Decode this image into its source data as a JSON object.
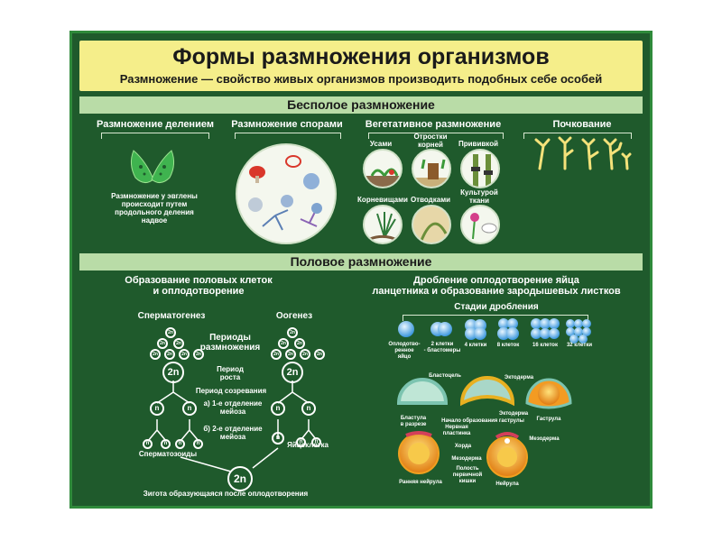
{
  "header": {
    "title": "Формы размножения организмов",
    "subtitle": "Размножение — свойство живых организмов производить подобных себе особей"
  },
  "asexual": {
    "band": "Бесполое размножение",
    "division": {
      "title": "Размножение делением",
      "caption": [
        "Размножение у эвглены",
        "происходит путем",
        "продольного деления",
        "надвое"
      ]
    },
    "spores": {
      "title": "Размножение спорами"
    },
    "vegetative": {
      "title": "Вегетативное размножение",
      "items": [
        {
          "label": [
            "Усами"
          ]
        },
        {
          "label": [
            "Отростки",
            "корней"
          ]
        },
        {
          "label": [
            "Прививкой"
          ]
        },
        {
          "label": [
            "Корневищами"
          ]
        },
        {
          "label": [
            "Отводками"
          ]
        },
        {
          "label": [
            "Культурой",
            "ткани"
          ]
        }
      ]
    },
    "budding": {
      "title": "Почкование"
    }
  },
  "sexual": {
    "band": "Половое размножение",
    "gametes": {
      "title": [
        "Образование половых клеток",
        "и оплодотворение"
      ],
      "spermatogenesis": "Сперматогенез",
      "oogenesis": "Оогенез",
      "period_multiplication": [
        "Периоды",
        "размножения"
      ],
      "period_growth": [
        "Период",
        "роста"
      ],
      "period_maturation": "Период созревания",
      "meiosis1": [
        "а) 1-е отделение",
        "мейоза"
      ],
      "meiosis2": [
        "б) 2-е отделение",
        "мейоза"
      ],
      "sperm": "Сперматозоиды",
      "egg": "Яйцеклетка",
      "zygote": "Зигота образующаяся после оплодотворения",
      "label_2n": "2n",
      "label_n": "n"
    },
    "cleavage": {
      "title": [
        "Дробление оплодотворение яйца",
        "ланцетника и образование зародышевых листков"
      ],
      "stages_title": "Стадии дробления",
      "stages": [
        {
          "label": [
            "Оплодотво-",
            "ренное",
            "яйцо"
          ]
        },
        {
          "label": [
            "2 клетки",
            "- бластомеры"
          ]
        },
        {
          "label": [
            "4 клетки"
          ]
        },
        {
          "label": [
            "8 клеток"
          ]
        },
        {
          "label": [
            "16 клеток"
          ]
        },
        {
          "label": [
            "32 клетки"
          ]
        }
      ],
      "labels": {
        "blastocoel": "Бластоцель",
        "ectoderm": "Эктодерма",
        "ectoderm2": "Эктодерма",
        "blastula": [
          "Бластула",
          "в разрезе"
        ],
        "gastrula_start": "Начало образования гаструлы",
        "gastrula": "Гаструла",
        "neural_plate": [
          "Нервная",
          "пластинка"
        ],
        "chord": "Хорда",
        "mesoderm": "Мезодерма",
        "mesoderm2": "Мезодерма",
        "cavity": [
          "Полость",
          "первичной",
          "кишки"
        ],
        "early_neurula": "Ранняя нейрула",
        "neurula": "Нейрула"
      }
    }
  },
  "colors": {
    "background": "#1f5a2c",
    "border": "#2f8a3b",
    "title_band": "#f5ee8a",
    "section_band": "#b9dca7",
    "cell": "#4aa6e8",
    "yolk": "#f0a020"
  }
}
